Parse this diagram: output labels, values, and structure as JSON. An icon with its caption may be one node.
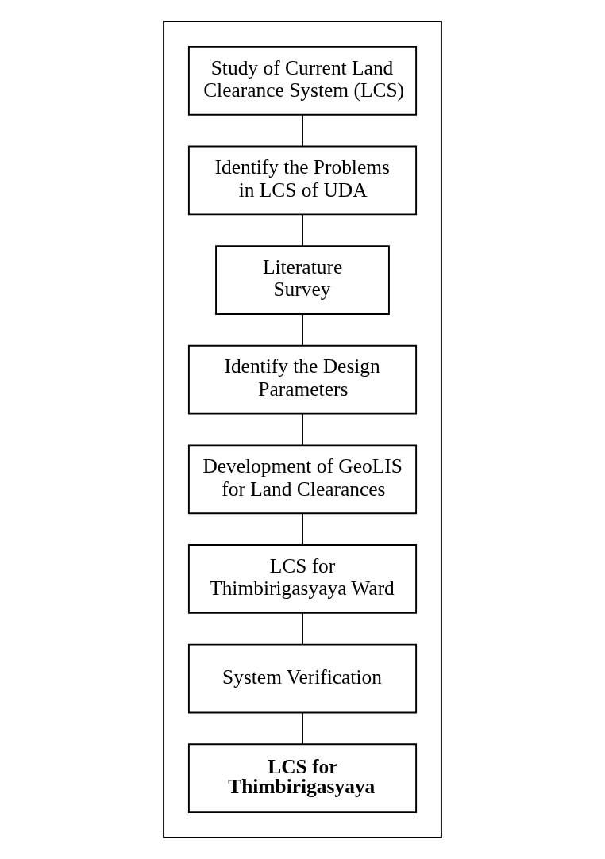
{
  "diagram": {
    "nodes": [
      {
        "text": [],
        "shape": "box"
      },
      {
        "text": [
          "Study of Current Land Clearance System (LCS)"
        ],
        "in": 0
      },
      {
        "text": [
          "Identify the Problems in LCS of UDA"
        ],
        "in": 0
      },
      {
        "text": [
          "Literature Survey"
        ],
        "in": 0
      },
      {
        "text": [
          "Identify the Design Parameters"
        ],
        "in": 0
      },
      {
        "text": [
          "Development of GeoLIS for Land Clearances"
        ],
        "in": 0
      },
      {
        "text": [
          "LCS for Thimbirigasyaya Ward"
        ],
        "in": 0
      },
      {
        "text": [
          "System Verification"
        ],
        "in": 0
      },
      {
        "text": [
          "LCS for Thimbirigasyaya"
        ],
        "in": 0
      }
    ],
    "edges": [
      {
        "from": 1,
        "to": 2,
        "arrow": "none"
      },
      {
        "from": 2,
        "to": 3,
        "arrow": "none"
      },
      {
        "from": 3,
        "to": 4,
        "arrow": "none"
      },
      {
        "from": 4,
        "to": 5,
        "arrow": "none"
      },
      {
        "from": 5,
        "to": 6,
        "arrow": "none"
      },
      {
        "from": 6,
        "to": 7,
        "arrow": "none"
      },
      {
        "from": 7,
        "to": 8,
        "arrow": "none"
      }
    ]
  }
}
